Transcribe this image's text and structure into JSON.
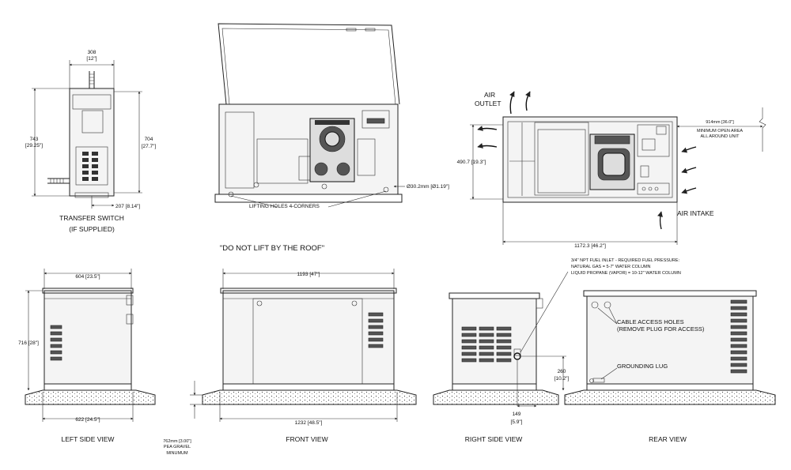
{
  "transfer_switch": {
    "width_mm": "308",
    "width_in": "[12\"]",
    "height_mm": "743",
    "height_in": "[29.25\"]",
    "inner_height_mm": "704",
    "inner_height_in": "[27.7\"]",
    "offset": "207 [8.14\"]",
    "caption_line1": "TRANSFER SWITCH",
    "caption_line2": "(IF SUPPLIED)"
  },
  "top_view": {
    "hole_dim": "Ø30.2mm  [Ø1.19\"]",
    "lifting_label": "LIFTING HOLES 4-CORNERS",
    "warning": "\"DO NOT LIFT BY THE ROOF\""
  },
  "plan_view": {
    "air_outlet_line1": "AIR",
    "air_outlet_line2": "OUTLET",
    "air_intake": "AIR INTAKE",
    "depth_dim": "490.7 [19.3\"]",
    "length_dim": "1172.3 [46.2\"]",
    "clearance_line1": "914mm  [36.0\"]",
    "clearance_line2": "MINIMUM OPEN AREA",
    "clearance_line3": "ALL AROUND UNIT"
  },
  "left_side_view": {
    "top_width": "604 [23.5\"]",
    "height": "716 [28\"]",
    "base_width": "622 [24.5\"]",
    "caption": "LEFT SIDE VIEW"
  },
  "front_view": {
    "top_width": "1193 [47\"]",
    "base_width": "1232 [48.5\"]",
    "gravel_line1": "762mm [3.00\"]",
    "gravel_line2": "PEA GRAVEL",
    "gravel_line3": "MINUMUM",
    "caption": "FRONT VIEW"
  },
  "right_side_view": {
    "fuel_line1": "3/4\" NPT FUEL INLET - REQUIRED FUEL PRESSURE:",
    "fuel_line2": "NATURAL GAS = 5-7\" WATER COLUMN",
    "fuel_line3": "LIQUID PROPANE (VAPOR) = 10-12\" WATER COLUMN",
    "inlet_height_mm": "260",
    "inlet_height_in": "[10.2\"]",
    "inlet_offset_mm": "149",
    "inlet_offset_in": "[5.9\"]",
    "caption": "RIGHT SIDE VIEW"
  },
  "rear_view": {
    "cable_line1": "CABLE ACCESS HOLES",
    "cable_line2": "(REMOVE PLUG FOR ACCESS)",
    "grounding": "GROUNDING LUG",
    "caption": "REAR VIEW"
  }
}
